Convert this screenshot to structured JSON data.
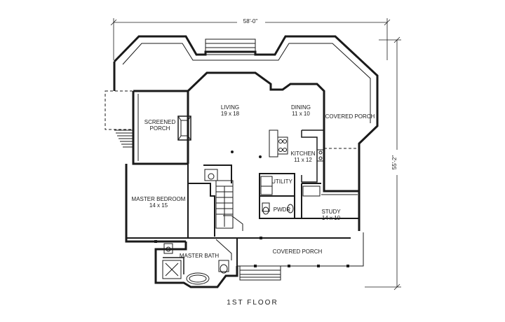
{
  "floor_title": "1ST FLOOR",
  "dimensions": {
    "width": "58'-0\"",
    "depth": "55'-2\""
  },
  "rooms": {
    "living": {
      "name": "LIVING",
      "size": "19 x 18"
    },
    "dining": {
      "name": "DINING",
      "size": "11 x 10"
    },
    "screened": {
      "name": "SCREENED",
      "name2": "PORCH"
    },
    "covered_east": {
      "name": "COVERED PORCH"
    },
    "kitchen": {
      "name": "KITCHEN",
      "size": "11 x 12"
    },
    "master_bed": {
      "name": "MASTER BEDROOM",
      "size": "14 x 15"
    },
    "utility": {
      "name": "UTILITY"
    },
    "pwdr": {
      "name": "PWDR"
    },
    "study": {
      "name": "STUDY",
      "size": "14 x 10"
    },
    "master_bath": {
      "name": "MASTER BATH"
    },
    "covered_south": {
      "name": "COVERED PORCH"
    }
  }
}
